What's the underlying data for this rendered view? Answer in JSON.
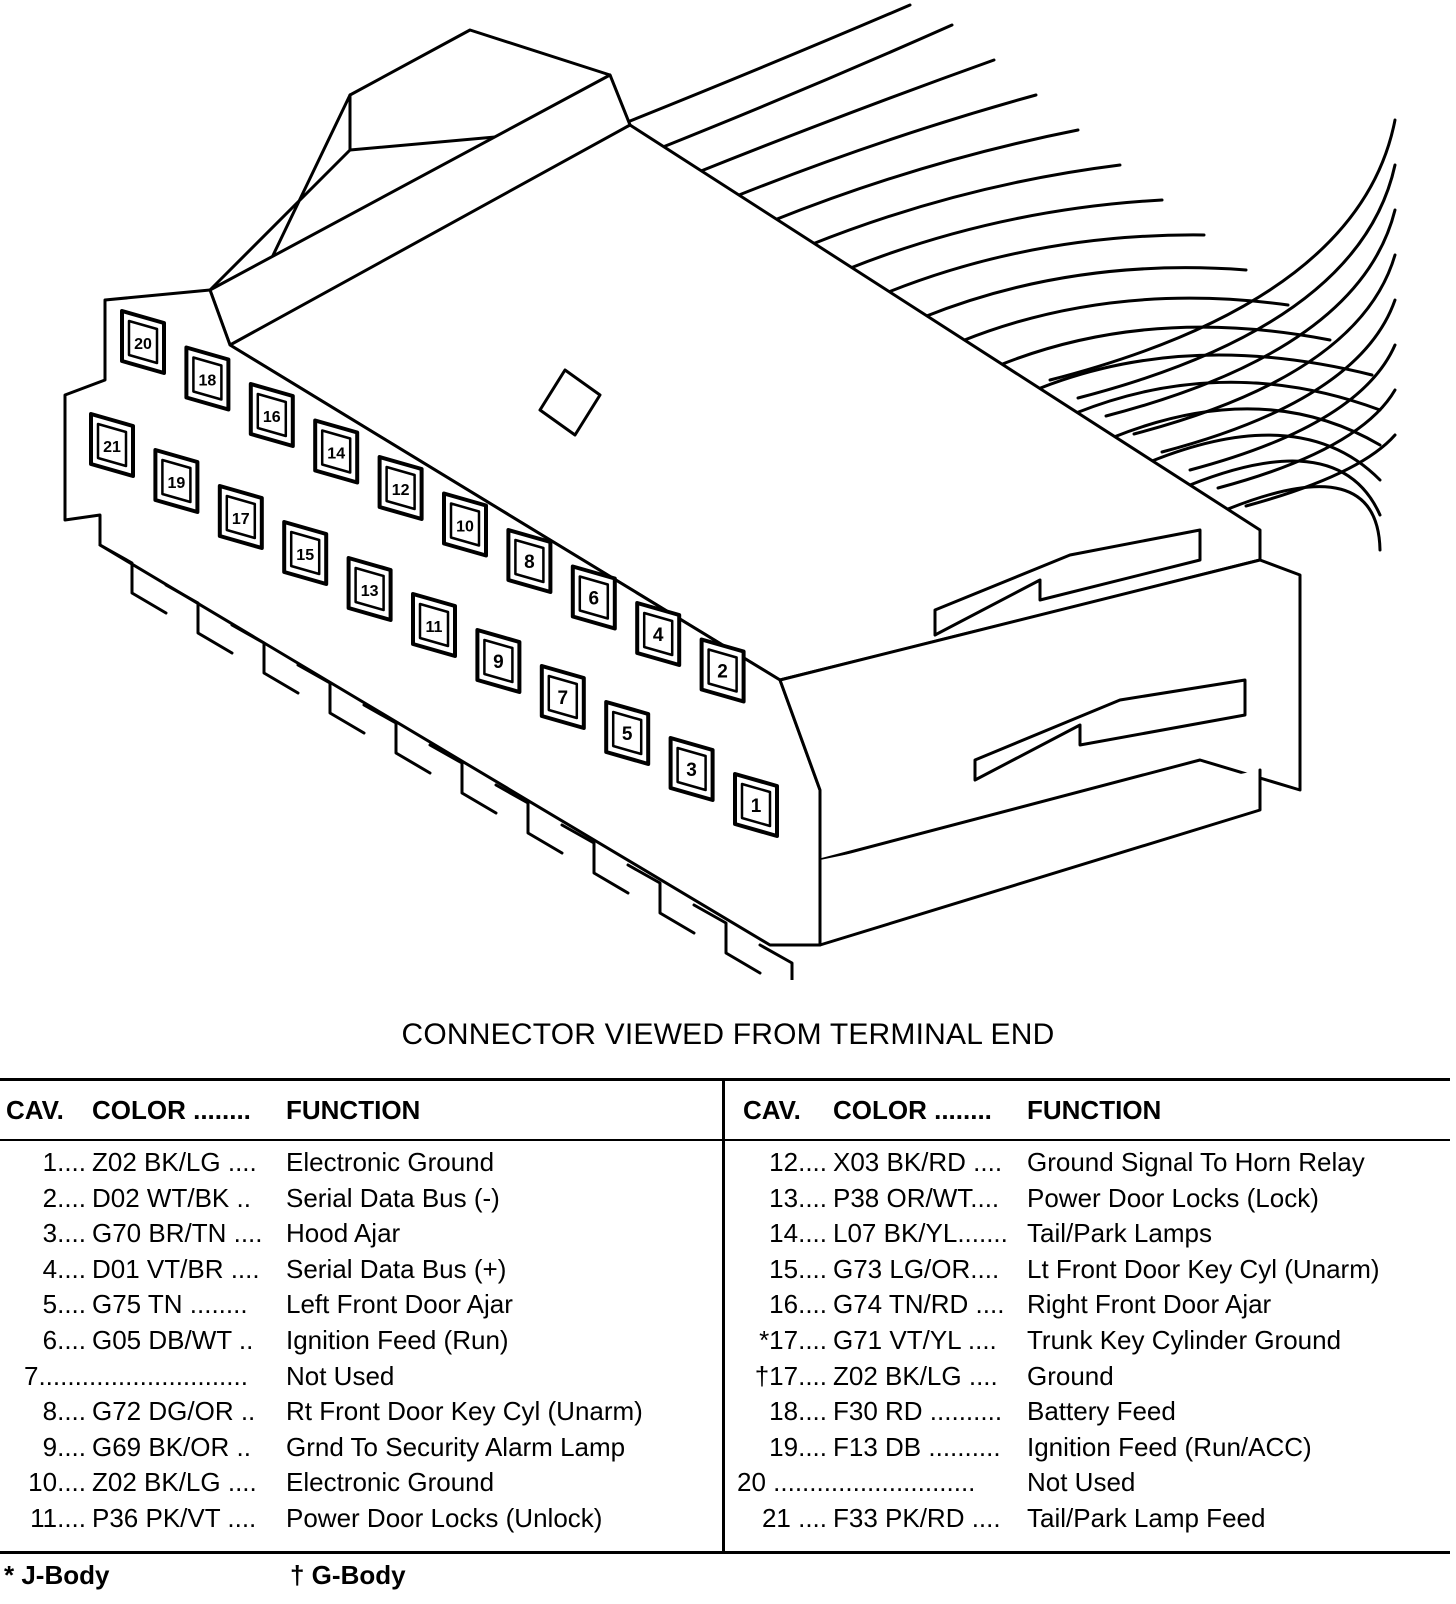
{
  "diagram": {
    "caption": "CONNECTOR VIEWED FROM TERMINAL END",
    "cavity_labels": [
      "1",
      "2",
      "3",
      "4",
      "5",
      "6",
      "7",
      "8",
      "9",
      "10",
      "11",
      "12",
      "13",
      "14",
      "15",
      "16",
      "17",
      "18",
      "19",
      "20",
      "21"
    ]
  },
  "table": {
    "headers": {
      "cav": "CAV.",
      "color": "COLOR ........",
      "function": "FUNCTION"
    },
    "left_rows": [
      {
        "cav": "1....",
        "color": "Z02  BK/LG ....",
        "function": "Electronic Ground"
      },
      {
        "cav": "2....",
        "color": "D02  WT/BK ..",
        "function": "Serial Data Bus (-)"
      },
      {
        "cav": "3....",
        "color": "G70  BR/TN ....",
        "function": "Hood Ajar"
      },
      {
        "cav": "4....",
        "color": "D01  VT/BR ....",
        "function": "Serial Data Bus (+)"
      },
      {
        "cav": "5....",
        "color": "G75  TN  ........",
        "function": "Left Front Door Ajar"
      },
      {
        "cav": "6....",
        "color": "G05  DB/WT ..",
        "function": "Ignition Feed (Run)"
      },
      {
        "cav": "7.............................",
        "color": "",
        "function": "Not Used"
      },
      {
        "cav": "8....",
        "color": "G72  DG/OR ..",
        "function": "Rt Front Door Key Cyl (Unarm)"
      },
      {
        "cav": "9....",
        "color": "G69  BK/OR ..",
        "function": "Grnd To Security Alarm Lamp"
      },
      {
        "cav": "10....",
        "color": "Z02  BK/LG ....",
        "function": "Electronic Ground"
      },
      {
        "cav": "11....",
        "color": "P36  PK/VT ....",
        "function": "Power Door Locks (Unlock)"
      }
    ],
    "right_rows": [
      {
        "cav": "12....",
        "color": "X03  BK/RD ....",
        "function": "Ground Signal To Horn Relay"
      },
      {
        "cav": "13....",
        "color": "P38  OR/WT....",
        "function": "Power Door Locks (Lock)"
      },
      {
        "cav": "14....",
        "color": "L07  BK/YL.......",
        "function": "Tail/Park Lamps"
      },
      {
        "cav": "15....",
        "color": "G73  LG/OR....",
        "function": "Lt Front Door Key Cyl (Unarm)"
      },
      {
        "cav": "16....",
        "color": "G74  TN/RD ....",
        "function": "Right Front Door Ajar"
      },
      {
        "cav": "*17....",
        "color": "G71  VT/YL  ....",
        "function": "Trunk Key Cylinder Ground"
      },
      {
        "cav": "†17....",
        "color": "Z02  BK/LG  ....",
        "function": "Ground"
      },
      {
        "cav": "18....",
        "color": "F30  RD ..........",
        "function": "Battery Feed"
      },
      {
        "cav": "19....",
        "color": "F13  DB ..........",
        "function": "Ignition Feed (Run/ACC)"
      },
      {
        "cav": "20 ............................",
        "color": "",
        "function": "Not Used"
      },
      {
        "cav": "21 ....",
        "color": "F33  PK/RD ....",
        "function": "Tail/Park Lamp Feed"
      }
    ]
  },
  "footnotes": {
    "j_body": "*  J-Body",
    "g_body": "†  G-Body"
  }
}
